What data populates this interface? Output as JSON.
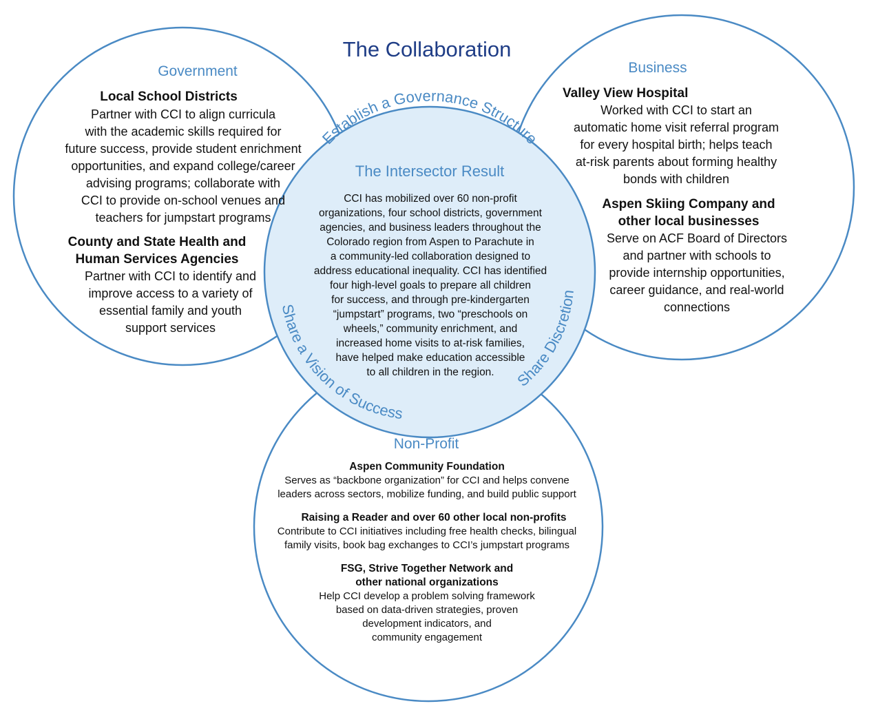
{
  "title": "The Collaboration",
  "colors": {
    "circle_stroke": "#4a8ac4",
    "center_fill": "#deedf9",
    "sector_title": "#4a8ac4",
    "main_title": "#1f3d86",
    "text": "#111111"
  },
  "center": {
    "title": "The Intersector Result",
    "body": "CCI has mobilized over 60 non-profit\norganizations, four school districts, government\nagencies, and business leaders throughout the\nColorado region from Aspen to Parachute in\na community-led collaboration designed to\naddress educational inequality. CCI has identified\nfour high-level goals to prepare all children\nfor success, and through pre-kindergarten\n“jumpstart” programs, two “preschools on\nwheels,” community enrichment, and\nincreased home visits to at-risk families,\nhave helped make education accessible\nto all children in the region.",
    "arc_top": "Establish a Governance Structure",
    "arc_left": "Share a Vision of Success",
    "arc_right": "Share Discretion"
  },
  "government": {
    "title": "Government",
    "entries": [
      {
        "heading": "Local School Districts",
        "text": "Partner with CCI to align curricula\nwith the academic skills required for\nfuture success, provide student enrichment\nopportunities, and expand college/career\nadvising programs; collaborate with\nCCI to provide on-school venues and\nteachers for jumpstart programs"
      },
      {
        "heading": "County and State Health and\nHuman Services Agencies",
        "text": "Partner with CCI to identify and\nimprove access to a variety of\nessential family and youth\nsupport services"
      }
    ]
  },
  "business": {
    "title": "Business",
    "entries": [
      {
        "heading": "Valley View Hospital",
        "text": "Worked with CCI to start an\nautomatic home visit referral program\nfor every hospital birth; helps teach\nat-risk parents about forming healthy\nbonds with children"
      },
      {
        "heading": "Aspen Skiing Company and\nother local businesses",
        "text": "Serve on ACF Board of Directors\nand partner with schools to\nprovide internship opportunities,\ncareer guidance, and real-world\nconnections"
      }
    ]
  },
  "nonprofit": {
    "title": "Non-Profit",
    "entries": [
      {
        "heading": "Aspen Community Foundation",
        "text": "Serves as “backbone organization” for CCI and helps convene\nleaders across sectors, mobilize funding, and build public support"
      },
      {
        "heading": "Raising a Reader and over 60 other local non-profits",
        "text": "Contribute to CCI initiatives including free health checks, bilingual\nfamily visits, book bag exchanges to CCI’s jumpstart programs"
      },
      {
        "heading": "FSG, Strive Together Network and\nother national organizations",
        "text": "Help CCI develop a problem solving framework\nbased on data-driven strategies, proven\ndevelopment indicators, and\ncommunity engagement"
      }
    ]
  }
}
